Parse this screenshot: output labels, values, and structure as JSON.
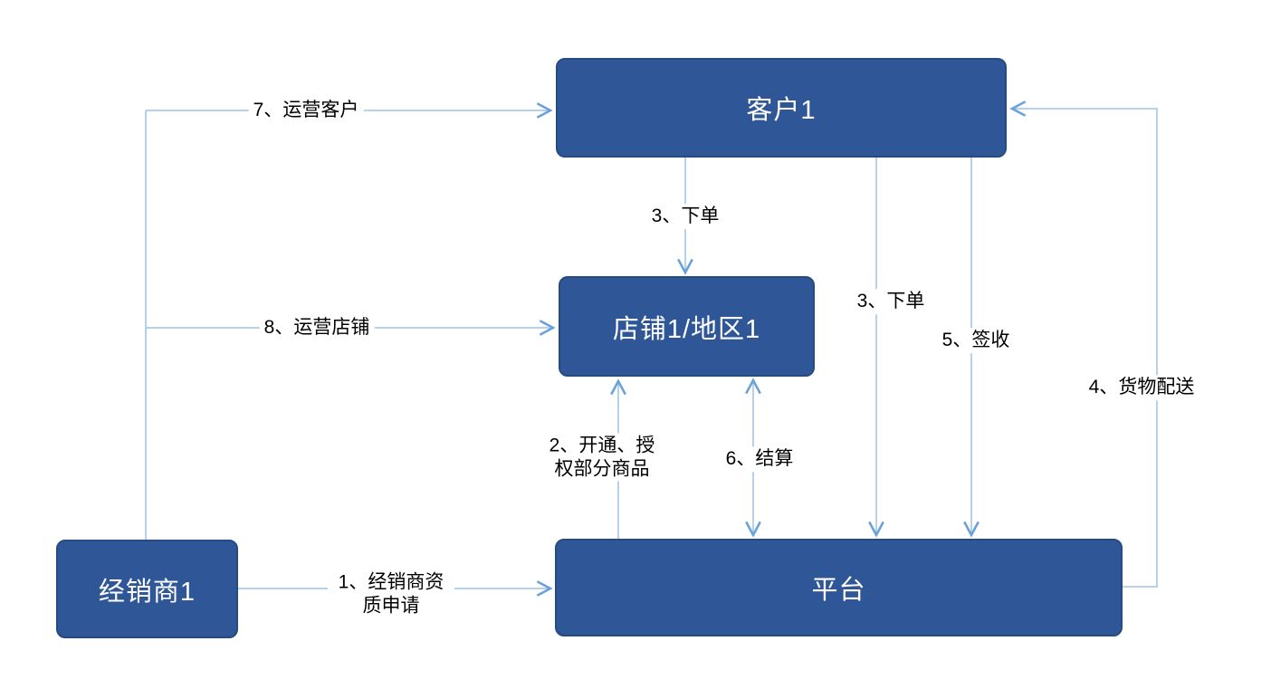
{
  "diagram": {
    "nodes": {
      "customer1": {
        "label": "客户1"
      },
      "shop1": {
        "label": "店铺1/地区1"
      },
      "platform": {
        "label": "平台"
      },
      "distributor1": {
        "label": "经销商1"
      }
    },
    "edges": {
      "e1": {
        "label": "1、经销商资质申请",
        "from": "distributor1",
        "to": "platform",
        "direction": "right"
      },
      "e2": {
        "label": "2、开通、授权部分商品",
        "from": "platform",
        "to": "shop1",
        "direction": "up"
      },
      "e3a": {
        "label": "3、下单",
        "from": "customer1",
        "to": "shop1",
        "direction": "down"
      },
      "e3b": {
        "label": "3、下单",
        "from": "customer1",
        "to": "platform",
        "direction": "down"
      },
      "e4": {
        "label": "4、货物配送",
        "from": "platform",
        "to": "customer1",
        "direction": "left"
      },
      "e5": {
        "label": "5、签收",
        "from": "customer1",
        "to": "platform",
        "direction": "down"
      },
      "e6": {
        "label": "6、结算",
        "from": "shop1",
        "to": "platform",
        "direction": "both"
      },
      "e7": {
        "label": "7、运营客户",
        "from": "distributor1",
        "to": "customer1",
        "direction": "right"
      },
      "e8": {
        "label": "8、运营店铺",
        "from": "distributor1",
        "to": "shop1",
        "direction": "right"
      }
    },
    "colors": {
      "node_fill": "#2F5797",
      "node_border": "#254B82",
      "node_text": "#FFFFFF",
      "connector_line": "#9CC3E6",
      "connector_arrowhead": "#6BA1D9",
      "label_text": "#000000",
      "background": "#FFFFFF"
    }
  }
}
